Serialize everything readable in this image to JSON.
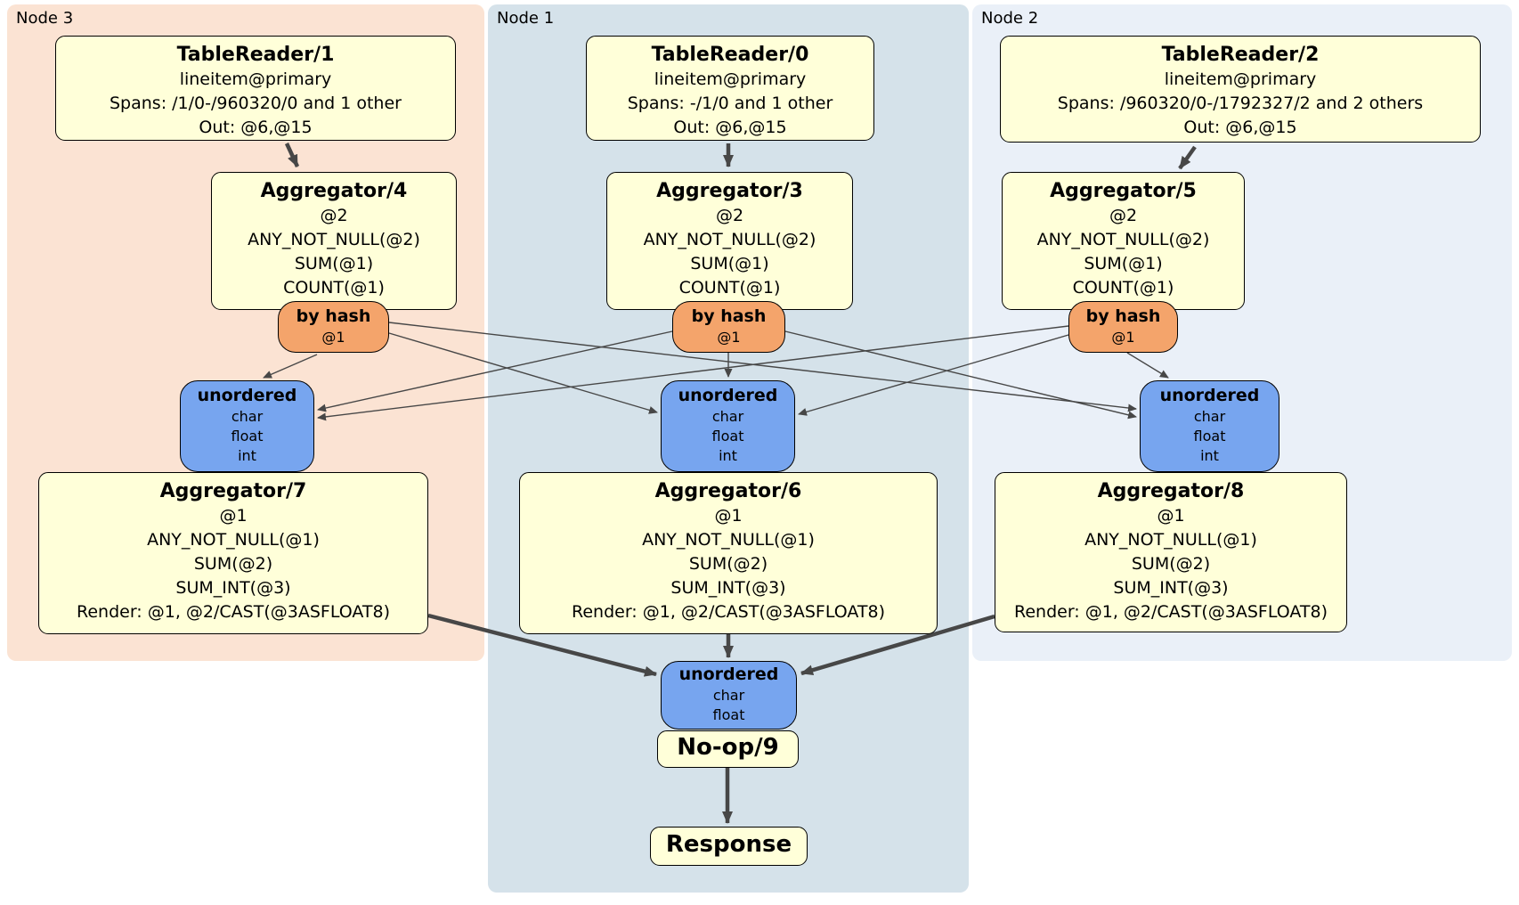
{
  "colors": {
    "page_background": "#ffffff",
    "node3_bg": "#fbe3d3",
    "node1_bg": "#d5e2ea",
    "node2_bg": "#eaf0f8",
    "processor_fill": "#ffffd9",
    "router_fill": "#f4a46b",
    "sync_fill": "#77a5ef",
    "box_border": "#000000",
    "edge_color": "#474747"
  },
  "regions": {
    "node3": {
      "label": "Node 3"
    },
    "node1": {
      "label": "Node 1"
    },
    "node2": {
      "label": "Node 2"
    }
  },
  "processors": {
    "tr1": {
      "title": "TableReader/1",
      "lines": [
        "lineitem@primary",
        "Spans: /1/0-/960320/0 and 1 other",
        "Out: @6,@15"
      ]
    },
    "tr0": {
      "title": "TableReader/0",
      "lines": [
        "lineitem@primary",
        "Spans: -/1/0 and 1 other",
        "Out: @6,@15"
      ]
    },
    "tr2": {
      "title": "TableReader/2",
      "lines": [
        "lineitem@primary",
        "Spans: /960320/0-/1792327/2 and 2 others",
        "Out: @6,@15"
      ]
    },
    "agg4": {
      "title": "Aggregator/4",
      "lines": [
        "@2",
        "ANY_NOT_NULL(@2)",
        "SUM(@1)",
        "COUNT(@1)"
      ]
    },
    "agg3": {
      "title": "Aggregator/3",
      "lines": [
        "@2",
        "ANY_NOT_NULL(@2)",
        "SUM(@1)",
        "COUNT(@1)"
      ]
    },
    "agg5": {
      "title": "Aggregator/5",
      "lines": [
        "@2",
        "ANY_NOT_NULL(@2)",
        "SUM(@1)",
        "COUNT(@1)"
      ]
    },
    "agg7": {
      "title": "Aggregator/7",
      "lines": [
        "@1",
        "ANY_NOT_NULL(@1)",
        "SUM(@2)",
        "SUM_INT(@3)",
        "Render: @1, @2/CAST(@3ASFLOAT8)"
      ]
    },
    "agg6": {
      "title": "Aggregator/6",
      "lines": [
        "@1",
        "ANY_NOT_NULL(@1)",
        "SUM(@2)",
        "SUM_INT(@3)",
        "Render: @1, @2/CAST(@3ASFLOAT8)"
      ]
    },
    "agg8": {
      "title": "Aggregator/8",
      "lines": [
        "@1",
        "ANY_NOT_NULL(@1)",
        "SUM(@2)",
        "SUM_INT(@3)",
        "Render: @1, @2/CAST(@3ASFLOAT8)"
      ]
    },
    "noop": {
      "title": "No-op/9"
    },
    "response": {
      "title": "Response"
    }
  },
  "routers": {
    "hash_node3": {
      "title": "by hash",
      "lines": [
        "@1"
      ]
    },
    "hash_node1": {
      "title": "by hash",
      "lines": [
        "@1"
      ]
    },
    "hash_node2": {
      "title": "by hash",
      "lines": [
        "@1"
      ]
    }
  },
  "syncs": {
    "uno_node3": {
      "title": "unordered",
      "lines": [
        "char",
        "float",
        "int"
      ]
    },
    "uno_node1": {
      "title": "unordered",
      "lines": [
        "char",
        "float",
        "int"
      ]
    },
    "uno_node2": {
      "title": "unordered",
      "lines": [
        "char",
        "float",
        "int"
      ]
    },
    "uno_final": {
      "title": "unordered",
      "lines": [
        "char",
        "float"
      ]
    }
  }
}
